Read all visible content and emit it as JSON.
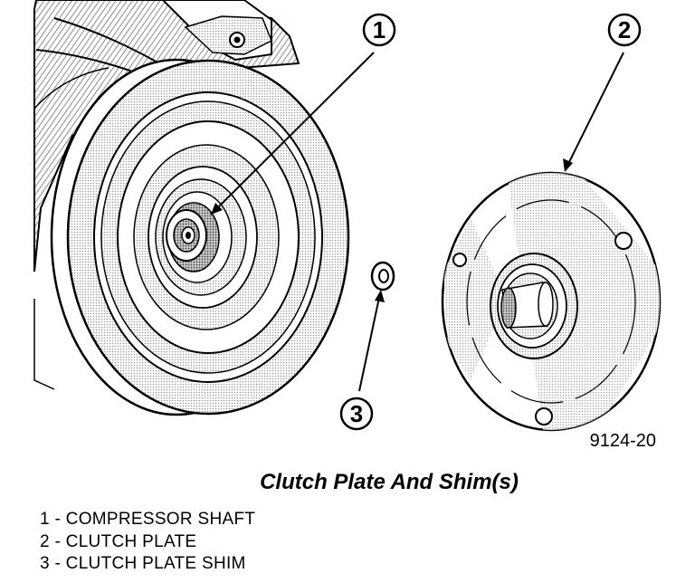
{
  "figure": {
    "callouts": [
      {
        "number": "1"
      },
      {
        "number": "2"
      },
      {
        "number": "3"
      }
    ],
    "figure_code": "9124-20"
  },
  "caption": "Clutch Plate And Shim(s)",
  "legend": [
    {
      "number": "1",
      "separator": " - ",
      "label": "COMPRESSOR SHAFT"
    },
    {
      "number": "2",
      "separator": " - ",
      "label": "CLUTCH PLATE"
    },
    {
      "number": "3",
      "separator": " - ",
      "label": "CLUTCH PLATE SHIM"
    }
  ]
}
